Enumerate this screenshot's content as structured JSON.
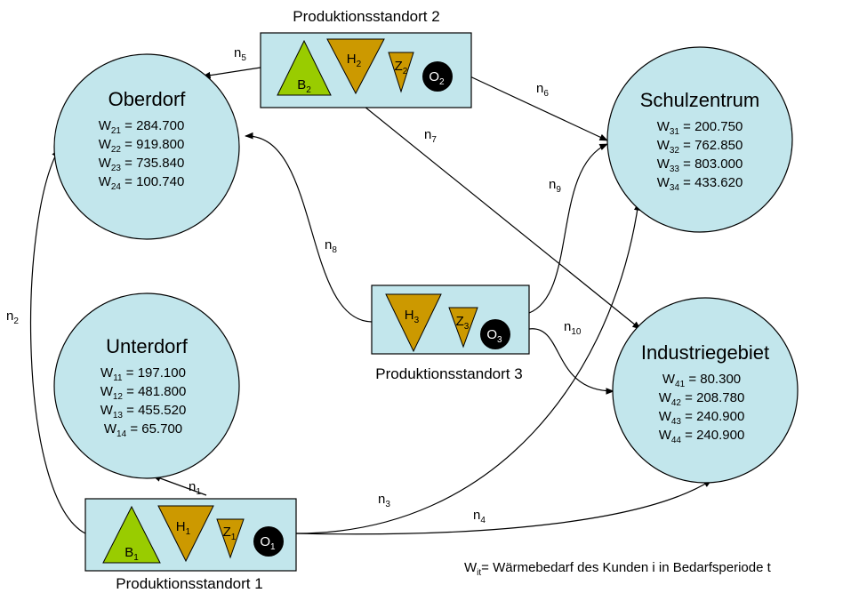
{
  "customers": [
    {
      "id": "oberdorf",
      "name": "Oberdorf",
      "w_prefix": "W",
      "rows": [
        {
          "sub": "21",
          "value": " = 284.700"
        },
        {
          "sub": "22",
          "value": " = 919.800"
        },
        {
          "sub": "23",
          "value": " = 735.840"
        },
        {
          "sub": "24",
          "value": " = 100.740"
        }
      ]
    },
    {
      "id": "unterdorf",
      "name": "Unterdorf",
      "w_prefix": "W",
      "rows": [
        {
          "sub": "11",
          "value": " = 197.100"
        },
        {
          "sub": "12",
          "value": " = 481.800"
        },
        {
          "sub": "13",
          "value": " = 455.520"
        },
        {
          "sub": "14",
          "value": " = 65.700"
        }
      ]
    },
    {
      "id": "schulzentrum",
      "name": "Schulzentrum",
      "w_prefix": "W",
      "rows": [
        {
          "sub": "31",
          "value": " = 200.750"
        },
        {
          "sub": "32",
          "value": " = 762.850"
        },
        {
          "sub": "33",
          "value": " = 803.000"
        },
        {
          "sub": "34",
          "value": " = 433.620"
        }
      ]
    },
    {
      "id": "industriegebiet",
      "name": "Industriegebiet",
      "w_prefix": "W",
      "rows": [
        {
          "sub": "41",
          "value": " = 80.300"
        },
        {
          "sub": "42",
          "value": " = 208.780"
        },
        {
          "sub": "43",
          "value": " = 240.900"
        },
        {
          "sub": "44",
          "value": " = 240.900"
        }
      ]
    }
  ],
  "sites": [
    {
      "id": "site1",
      "title": "Produktionsstandort 1",
      "units": [
        {
          "type": "B",
          "letter": "B",
          "sub": "1"
        },
        {
          "type": "H",
          "letter": "H",
          "sub": "1"
        },
        {
          "type": "Z",
          "letter": "Z",
          "sub": "1"
        },
        {
          "type": "O",
          "letter": "O",
          "sub": "1"
        }
      ]
    },
    {
      "id": "site2",
      "title": "Produktionsstandort 2",
      "units": [
        {
          "type": "B",
          "letter": "B",
          "sub": "2"
        },
        {
          "type": "H",
          "letter": "H",
          "sub": "2"
        },
        {
          "type": "Z",
          "letter": "Z",
          "sub": "2"
        },
        {
          "type": "O",
          "letter": "O",
          "sub": "2"
        }
      ]
    },
    {
      "id": "site3",
      "title": "Produktionsstandort 3",
      "units": [
        {
          "type": "H",
          "letter": "H",
          "sub": "3"
        },
        {
          "type": "Z",
          "letter": "Z",
          "sub": "3"
        },
        {
          "type": "O",
          "letter": "O",
          "sub": "3"
        }
      ]
    }
  ],
  "edges": [
    {
      "letter": "n",
      "sub": "1"
    },
    {
      "letter": "n",
      "sub": "2"
    },
    {
      "letter": "n",
      "sub": "3"
    },
    {
      "letter": "n",
      "sub": "4"
    },
    {
      "letter": "n",
      "sub": "5"
    },
    {
      "letter": "n",
      "sub": "6"
    },
    {
      "letter": "n",
      "sub": "7"
    },
    {
      "letter": "n",
      "sub": "8"
    },
    {
      "letter": "n",
      "sub": "9"
    },
    {
      "letter": "n",
      "sub": "10"
    }
  ],
  "legend": {
    "prefix": "W",
    "sub": "it",
    "text": "= Wärmebedarf des Kunden i in Bedarfsperiode t"
  },
  "colors": {
    "circle_fill": "#c2e6ec",
    "box_fill": "#c2e6ec",
    "stroke": "#000000",
    "boiler": "#99cc00",
    "heat": "#cc9900",
    "storage": "#cc9900",
    "oil": "#000000",
    "oil_text": "#ffffff"
  }
}
